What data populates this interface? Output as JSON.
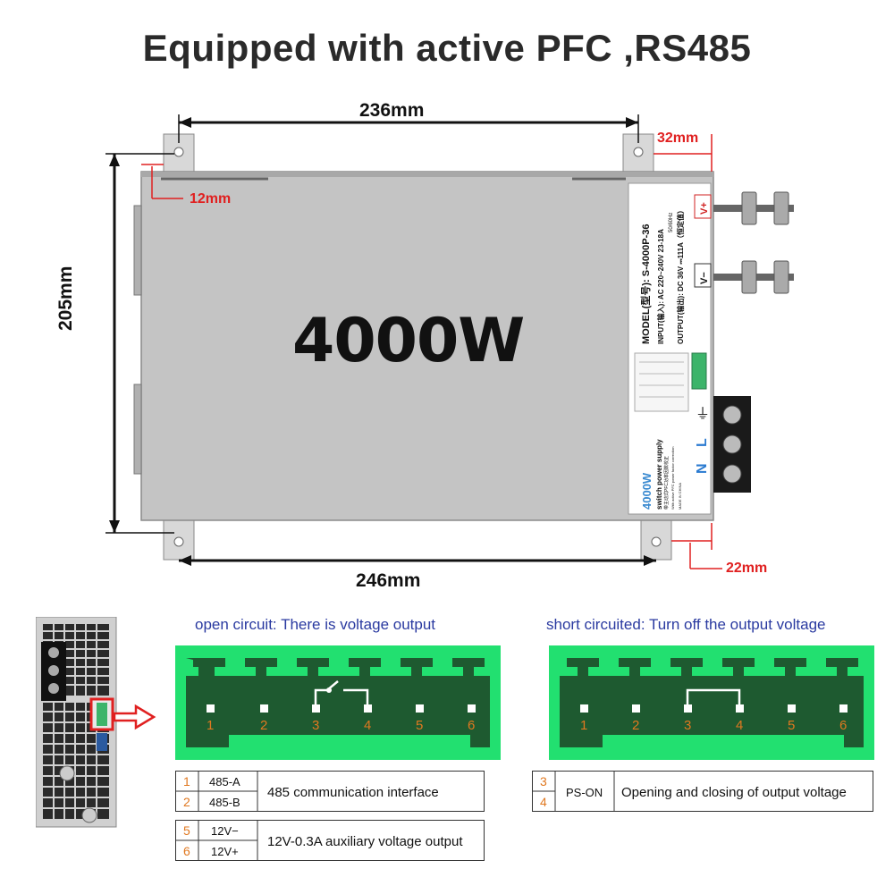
{
  "headline": "Equipped with active PFC ,RS485",
  "dimensions": {
    "top_width": "236mm",
    "height": "205mm",
    "bottom_width": "246mm",
    "left_offset": "12mm",
    "right_top_offset": "32mm",
    "right_bottom_offset": "22mm"
  },
  "unit": {
    "power_big": "4000W",
    "label": {
      "model": "MODEL(型号): S-4000P-36",
      "input": "INPUT(输入): AC 220~240V  23-18A",
      "input_freq": "50/60Hz",
      "output": "OUTPUT(输出): DC 36V ⎓111A（恒定值）",
      "power": "4000W",
      "kind": "switch power supply",
      "note_cn": "带主动式PFC功率因数校正",
      "note_en": "With active PFC power factor correction",
      "made_in": "MADE IN CHINA"
    },
    "terminals": {
      "vplus": "V+",
      "vminus": "V−",
      "n": "N",
      "l": "L"
    }
  },
  "connector_diagrams": [
    {
      "caption": "open circuit: There is voltage output",
      "pins": [
        "1",
        "2",
        "3",
        "4",
        "5",
        "6"
      ]
    },
    {
      "caption": "short circuited: Turn off the output voltage",
      "pins": [
        "1",
        "2",
        "3",
        "4",
        "5",
        "6"
      ]
    }
  ],
  "tables": {
    "rs485": {
      "rows": [
        {
          "num": "1",
          "name": "485-A"
        },
        {
          "num": "2",
          "name": "485-B"
        }
      ],
      "desc": "485 communication interface"
    },
    "aux": {
      "rows": [
        {
          "num": "5",
          "name": "12V−"
        },
        {
          "num": "6",
          "name": "12V+"
        }
      ],
      "desc": "12V-0.3A auxiliary voltage output"
    },
    "pson": {
      "nums": [
        "3",
        "4"
      ],
      "name": "PS-ON",
      "desc": "Opening and closing of output voltage"
    }
  },
  "colors": {
    "pcb_green": "#22e070",
    "pcb_dark": "#1e5a30",
    "pin_number": "#e07820",
    "caption_blue": "#2a3aa0",
    "dimension_red": "#e02020",
    "case_grey": "#c4c4c4"
  }
}
